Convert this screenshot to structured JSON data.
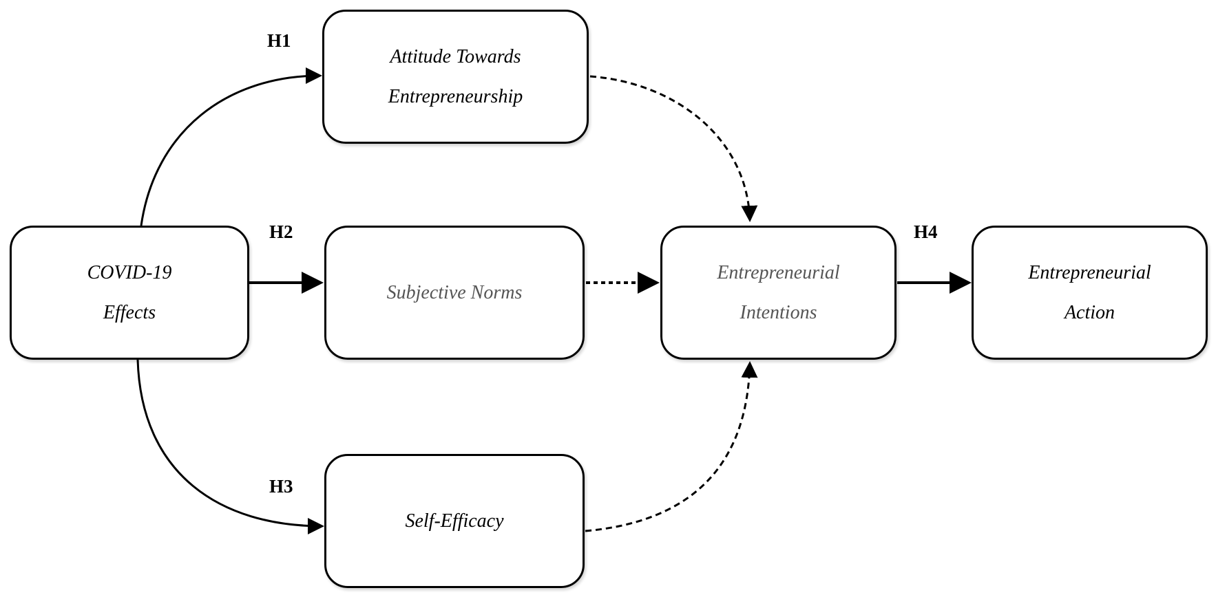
{
  "diagram": {
    "nodes": {
      "covid": {
        "lines": [
          "COVID-19",
          "Effects"
        ]
      },
      "attitude": {
        "lines": [
          "Attitude Towards",
          "Entrepreneurship"
        ]
      },
      "norms": {
        "lines": [
          "Subjective Norms"
        ]
      },
      "efficacy": {
        "lines": [
          "Self-Efficacy"
        ]
      },
      "intentions": {
        "lines": [
          "Entrepreneurial",
          "Intentions"
        ]
      },
      "action": {
        "lines": [
          "Entrepreneurial",
          "Action"
        ]
      }
    },
    "hypotheses": {
      "h1": "H1",
      "h2": "H2",
      "h3": "H3",
      "h4": "H4"
    },
    "edges": [
      {
        "from": "covid",
        "to": "attitude",
        "style": "solid",
        "label": "H1"
      },
      {
        "from": "covid",
        "to": "norms",
        "style": "solid",
        "label": "H2"
      },
      {
        "from": "covid",
        "to": "efficacy",
        "style": "solid",
        "label": "H3"
      },
      {
        "from": "attitude",
        "to": "intentions",
        "style": "dashed"
      },
      {
        "from": "norms",
        "to": "intentions",
        "style": "dotted"
      },
      {
        "from": "efficacy",
        "to": "intentions",
        "style": "dashed"
      },
      {
        "from": "intentions",
        "to": "action",
        "style": "solid",
        "label": "H4"
      }
    ],
    "colors": {
      "stroke": "#000000",
      "muted_text": "#555555"
    }
  }
}
